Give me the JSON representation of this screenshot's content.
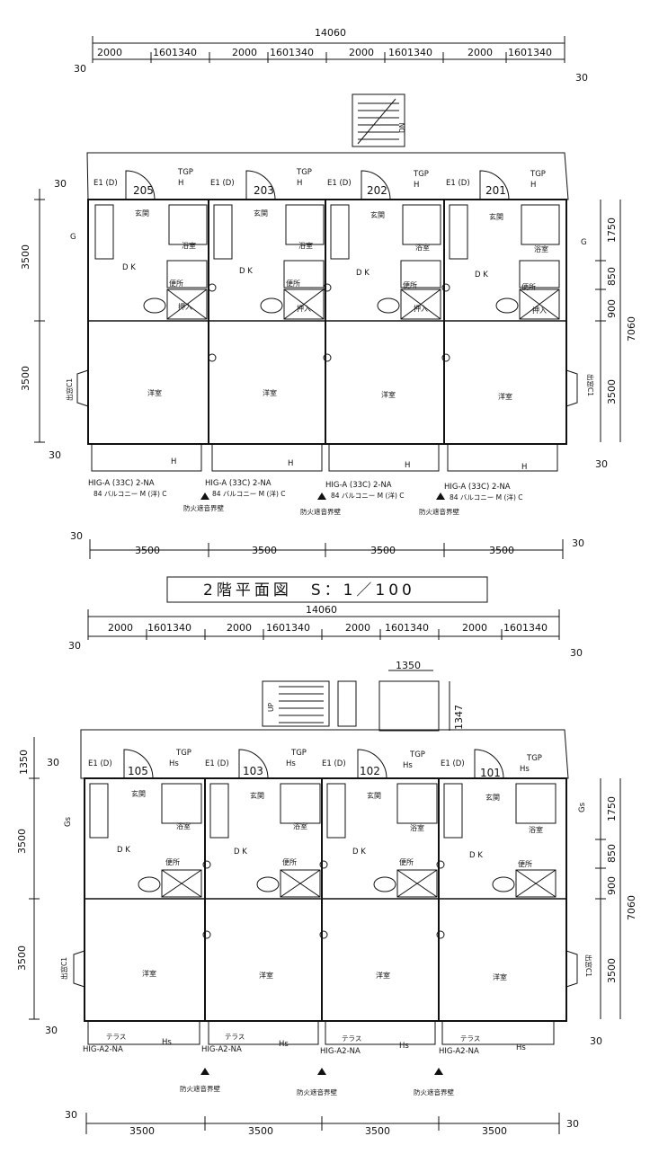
{
  "upper": {
    "total_width": "14060",
    "top_segments": [
      "2000",
      "1601340",
      "2000",
      "1601340",
      "2000",
      "1601340",
      "2000",
      "1601340"
    ],
    "edge": "30",
    "left_dims": [
      "30",
      "3500",
      "3500",
      "30"
    ],
    "right_dims": [
      "1750",
      "850",
      "900",
      "3500",
      "7060",
      "30"
    ],
    "units": [
      "205",
      "203",
      "202",
      "201"
    ],
    "e1": "E1 (D)",
    "tgp": "TGP",
    "h": "H",
    "g": "G",
    "dn": "DN",
    "room_labels": {
      "entry": "玄関",
      "bath": "浴室",
      "toilet": "便所",
      "closet": "押入",
      "dk": "D K",
      "western": "洋室"
    },
    "window_label": "出窓C1",
    "notes_line1": "HIG-A (33C) 2-NA",
    "notes_line2": "84 バルコニー M (洋) C",
    "fire_wall": "防火遮音界壁",
    "bottom_dims": [
      "3500",
      "3500",
      "3500",
      "3500"
    ]
  },
  "title": "2階平面図　S：1／100",
  "lower": {
    "total_width": "14060",
    "top_segments": [
      "2000",
      "1601340",
      "2000",
      "1601340",
      "2000",
      "1601340",
      "2000",
      "1601340"
    ],
    "edge": "30",
    "stair_dims": [
      "1350",
      "1347"
    ],
    "left_dims": [
      "1350",
      "30",
      "3500",
      "3500",
      "30"
    ],
    "right_dims": [
      "1750",
      "850",
      "900",
      "3500",
      "7060",
      "30"
    ],
    "units": [
      "105",
      "103",
      "102",
      "101"
    ],
    "e1": "E1 (D)",
    "tgp": "TGP",
    "hs": "Hs",
    "gs": "Gs",
    "up": "UP",
    "terrace": "テラス",
    "notes": "HIG-A2-NA",
    "fire_wall": "防火遮音界壁",
    "bottom_dims": [
      "3500",
      "3500",
      "3500",
      "3500"
    ]
  }
}
